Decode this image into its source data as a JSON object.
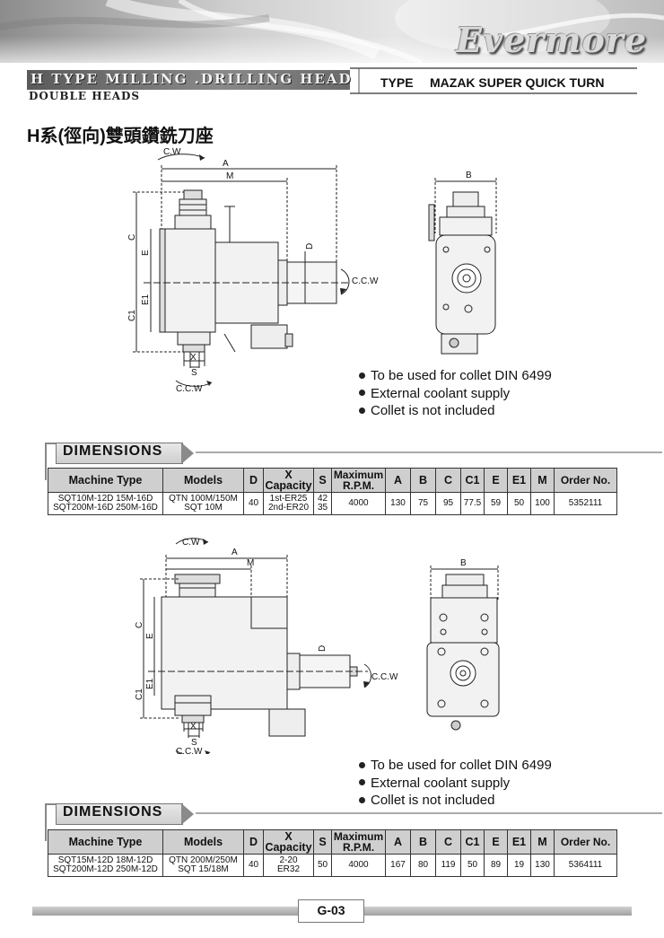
{
  "header": {
    "brand": "Evermore",
    "main_title": "H TYPE  MILLING .DRILLING HEAD",
    "sub_title": "DOUBLE HEADS",
    "type_label": "TYPE",
    "type_value": "MAZAK  SUPER QUICK TURN"
  },
  "cn_title": "H系(徑向)雙頭鑽銑刀座",
  "drawing1": {
    "labels": {
      "cw": "C.W",
      "a": "A",
      "m": "M",
      "b": "B",
      "c": "C",
      "e": "E",
      "c1": "C1",
      "e1": "E1",
      "d": "D",
      "x": "X",
      "s": "S",
      "ccw_side": "C.C.W",
      "ccw_bottom": "C.C.W"
    }
  },
  "notes1": [
    "To be used for collet DIN 6499",
    "External coolant supply",
    "Collet is not included"
  ],
  "dimensions_label": "DIMENSIONS",
  "table_headers": {
    "machine_type": "Machine Type",
    "models": "Models",
    "d": "D",
    "x_1": "X",
    "x_2": "Capacity",
    "s": "S",
    "rpm_1": "Maximum",
    "rpm_2": "R.P.M.",
    "a": "A",
    "b": "B",
    "c": "C",
    "c1": "C1",
    "e": "E",
    "e1": "E1",
    "m": "M",
    "order": "Order No."
  },
  "table1": {
    "machine_1": "SQT10M-12D  15M-16D",
    "machine_2": "SQT200M-16D  250M-16D",
    "models_1": "QTN 100M/150M",
    "models_2": "SQT 10M",
    "d": "40",
    "x_1": "1st-ER25",
    "x_2": "2nd-ER20",
    "s_1": "42",
    "s_2": "35",
    "rpm": "4000",
    "a": "130",
    "b": "75",
    "c": "95",
    "c1": "77.5",
    "e": "59",
    "e1": "50",
    "m": "100",
    "order": "5352111"
  },
  "drawing2": {
    "labels": {
      "cw": "C.W",
      "a": "A",
      "m": "M",
      "b": "B",
      "c": "C",
      "e": "E",
      "c1": "C1",
      "e1": "E1",
      "d": "D",
      "x": "X",
      "s": "S",
      "ccw_side": "C.C.W",
      "ccw_bottom": "C.C.W"
    }
  },
  "notes2": [
    "To be used for collet DIN 6499",
    "External coolant supply",
    "Collet is not included"
  ],
  "table2": {
    "machine_1": "SQT15M-12D  18M-12D",
    "machine_2": "SQT200M-12D  250M-12D",
    "models_1": "QTN 200M/250M",
    "models_2": "SQT 15/18M",
    "d": "40",
    "x_1": "2-20",
    "x_2": "ER32",
    "s": "50",
    "rpm": "4000",
    "a": "167",
    "b": "80",
    "c": "119",
    "c1": "50",
    "e": "89",
    "e1": "19",
    "m": "130",
    "order": "5364111"
  },
  "footer": {
    "page": "G-03"
  }
}
